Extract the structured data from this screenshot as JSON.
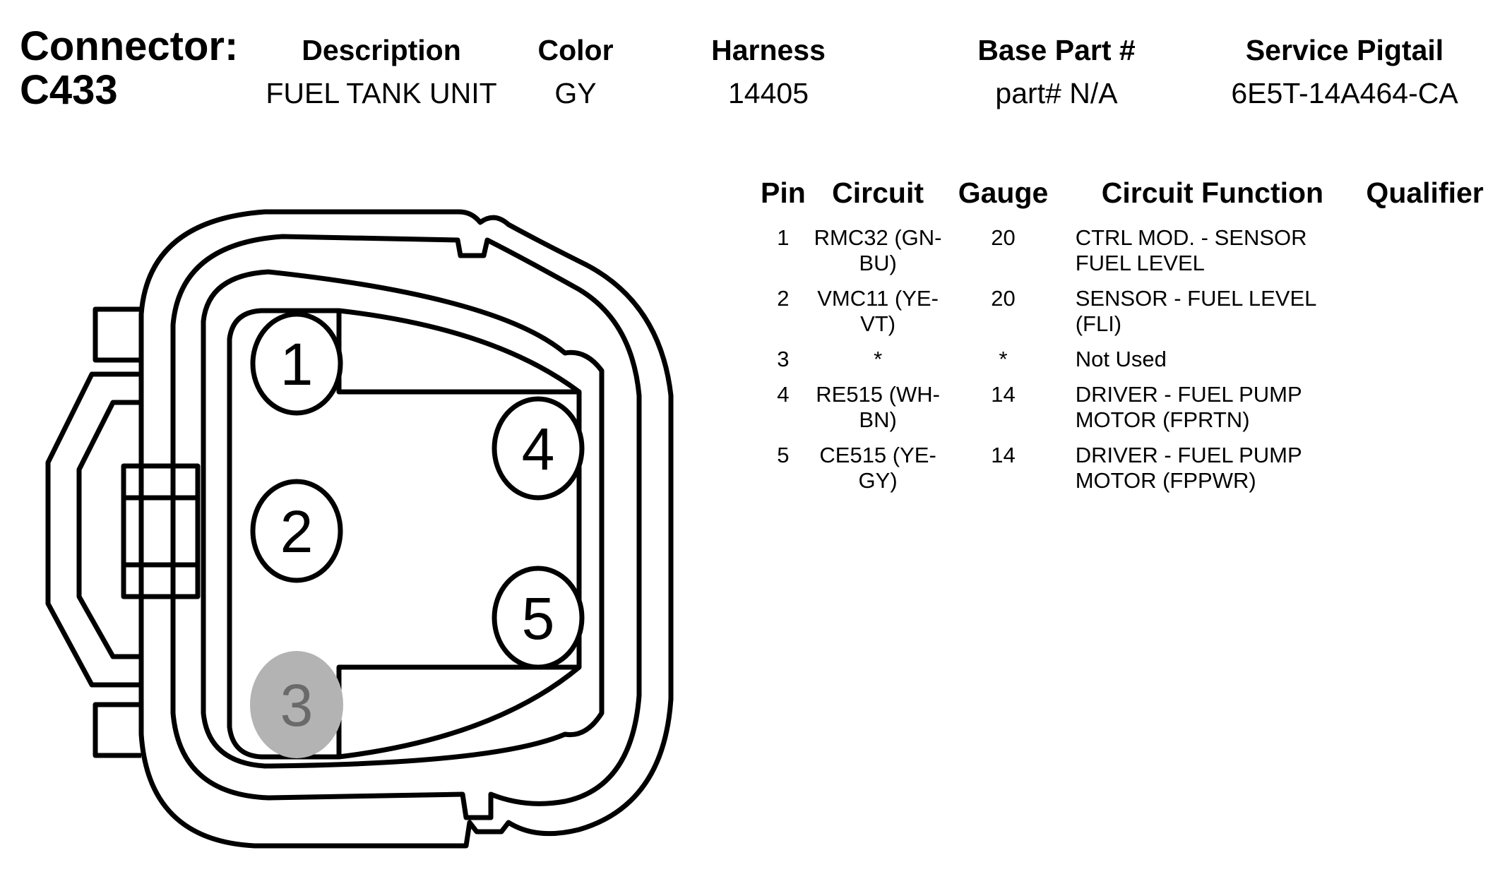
{
  "connector": {
    "label": "Connector:",
    "id": "C433"
  },
  "header": {
    "columns": [
      {
        "key": "description",
        "title": "Description",
        "value": "FUEL TANK UNIT"
      },
      {
        "key": "color",
        "title": "Color",
        "value": "GY"
      },
      {
        "key": "harness",
        "title": "Harness",
        "value": "14405"
      },
      {
        "key": "base_part",
        "title": "Base Part #",
        "value": "part# N/A"
      },
      {
        "key": "service_pigtail",
        "title": "Service Pigtail",
        "value": "6E5T-14A464-CA"
      }
    ]
  },
  "diagram": {
    "pins": [
      {
        "label": "1",
        "state": "used"
      },
      {
        "label": "2",
        "state": "used"
      },
      {
        "label": "3",
        "state": "not-used"
      },
      {
        "label": "4",
        "state": "used"
      },
      {
        "label": "5",
        "state": "used"
      }
    ],
    "colors": {
      "outline": "#000000",
      "unused_fill": "#b3b3b3",
      "unused_text": "#6a6a6a"
    }
  },
  "pin_table": {
    "headers": {
      "pin": "Pin",
      "circuit": "Circuit",
      "gauge": "Gauge",
      "function": "Circuit Function",
      "qualifier": "Qualifier"
    },
    "rows": [
      {
        "pin": "1",
        "circuit_l1": "RMC32 (GN-",
        "circuit_l2": "BU)",
        "gauge": "20",
        "function_l1": "CTRL MOD. - SENSOR",
        "function_l2": "FUEL LEVEL",
        "qualifier": ""
      },
      {
        "pin": "2",
        "circuit_l1": "VMC11 (YE-",
        "circuit_l2": "VT)",
        "gauge": "20",
        "function_l1": "SENSOR - FUEL LEVEL",
        "function_l2": "(FLI)",
        "qualifier": ""
      },
      {
        "pin": "3",
        "circuit_l1": "*",
        "circuit_l2": "",
        "gauge": "*",
        "function_l1": "Not Used",
        "function_l2": "",
        "qualifier": ""
      },
      {
        "pin": "4",
        "circuit_l1": "RE515 (WH-",
        "circuit_l2": "BN)",
        "gauge": "14",
        "function_l1": "DRIVER - FUEL PUMP",
        "function_l2": "MOTOR (FPRTN)",
        "qualifier": ""
      },
      {
        "pin": "5",
        "circuit_l1": "CE515 (YE-",
        "circuit_l2": "GY)",
        "gauge": "14",
        "function_l1": "DRIVER - FUEL PUMP",
        "function_l2": "MOTOR (FPPWR)",
        "qualifier": ""
      }
    ]
  }
}
